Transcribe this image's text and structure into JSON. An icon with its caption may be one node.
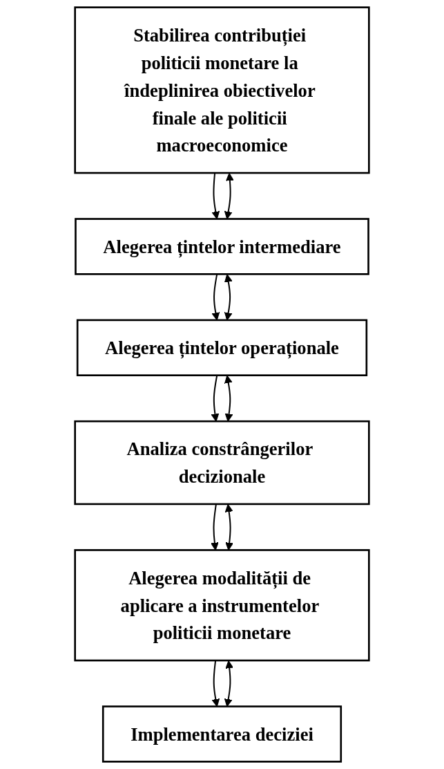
{
  "diagram": {
    "nodes": [
      {
        "text": [
          "Stabilirea contribuției politicii monetare la îndeplinirea obiectivelor finale ale politicii macroeconomice"
        ]
      },
      {
        "text": [
          "Alegerea țintelor intermediare"
        ]
      },
      {
        "text": [
          "Alegerea țintelor operaționale"
        ]
      },
      {
        "text": [
          "Analiza constrângerilor decizionale"
        ]
      },
      {
        "text": [
          "Alegerea modalității de aplicare a instrumentelor politicii monetare"
        ]
      },
      {
        "text": [
          "Implementarea deciziei"
        ]
      }
    ],
    "edges": [
      {
        "from": 0,
        "to": 1,
        "arrow": "to"
      },
      {
        "from": 1,
        "to": 2,
        "arrow": "to"
      },
      {
        "from": 2,
        "to": 3,
        "arrow": "to"
      },
      {
        "from": 3,
        "to": 4,
        "arrow": "to"
      },
      {
        "from": 4,
        "to": 5,
        "arrow": "to"
      },
      {
        "from": 0,
        "to": 1,
        "arrow": "both"
      },
      {
        "from": 1,
        "to": 2,
        "arrow": "both"
      },
      {
        "from": 2,
        "to": 3,
        "arrow": "both"
      },
      {
        "from": 3,
        "to": 4,
        "arrow": "both"
      },
      {
        "from": 4,
        "to": 5,
        "arrow": "both"
      }
    ]
  }
}
